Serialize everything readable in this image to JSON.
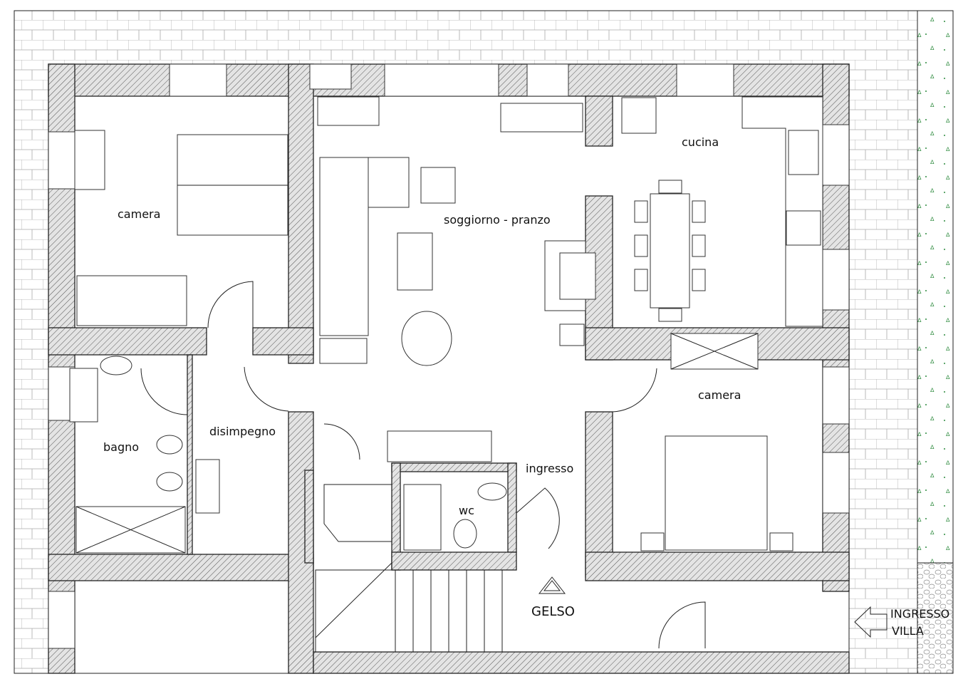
{
  "plan": {
    "rooms": {
      "camera_left": "camera",
      "soggiorno": "soggiorno - pranzo",
      "cucina": "cucina",
      "camera_right": "camera",
      "disimpegno": "disimpegno",
      "bagno": "bagno",
      "ingresso": "ingresso",
      "wc": "wc"
    },
    "tree_label": "GELSO",
    "entrance_label_line1": "INGRESSO",
    "entrance_label_line2": "VILLA"
  },
  "colors": {
    "wall_hatch": "#555555",
    "grass": "#2e8b3e",
    "line": "#222222"
  }
}
